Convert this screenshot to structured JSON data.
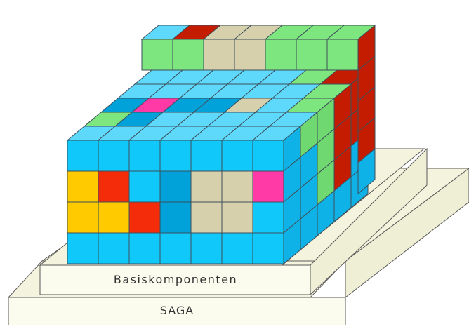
{
  "colors": {
    "outline": "#5a5a5a",
    "cell_stroke": "#3d4f5a",
    "base_front": "#fbfbee",
    "base_top": "#f4f4de",
    "base_side": "#efefd6",
    "cyan": "#11c8fb",
    "cyan_top": "#5fd9fb",
    "cyan_side": "#0fb2e6",
    "green": "#7ee67f",
    "green_side": "#6fd870",
    "tan": "#d6d1ac",
    "tan_side": "#c4bf98",
    "darkred": "#c41c00",
    "red": "#f42c0a",
    "yellow": "#ffcb00",
    "magenta": "#ff3aa6",
    "teal": "#00a2d9"
  },
  "labels": {
    "middle_layer": "Basiskomponenten",
    "bottom_layer": "SAGA"
  },
  "front_grid": [
    [
      "cyan",
      "cyan",
      "cyan",
      "cyan",
      "cyan",
      "cyan",
      "cyan"
    ],
    [
      "yellow",
      "red",
      "cyan",
      "teal",
      "tan",
      "tan",
      "magenta"
    ],
    [
      "yellow",
      "yellow",
      "red",
      "teal",
      "tan",
      "tan",
      "cyan"
    ],
    [
      "cyan",
      "cyan",
      "cyan",
      "cyan",
      "cyan",
      "cyan",
      "cyan"
    ]
  ],
  "back_top_row": [
    "cyan",
    "darkred",
    "tan",
    "tan",
    "green",
    "green",
    "green"
  ],
  "back_front_row": [
    "green",
    "green",
    "tan",
    "tan",
    "green",
    "green",
    "green"
  ]
}
